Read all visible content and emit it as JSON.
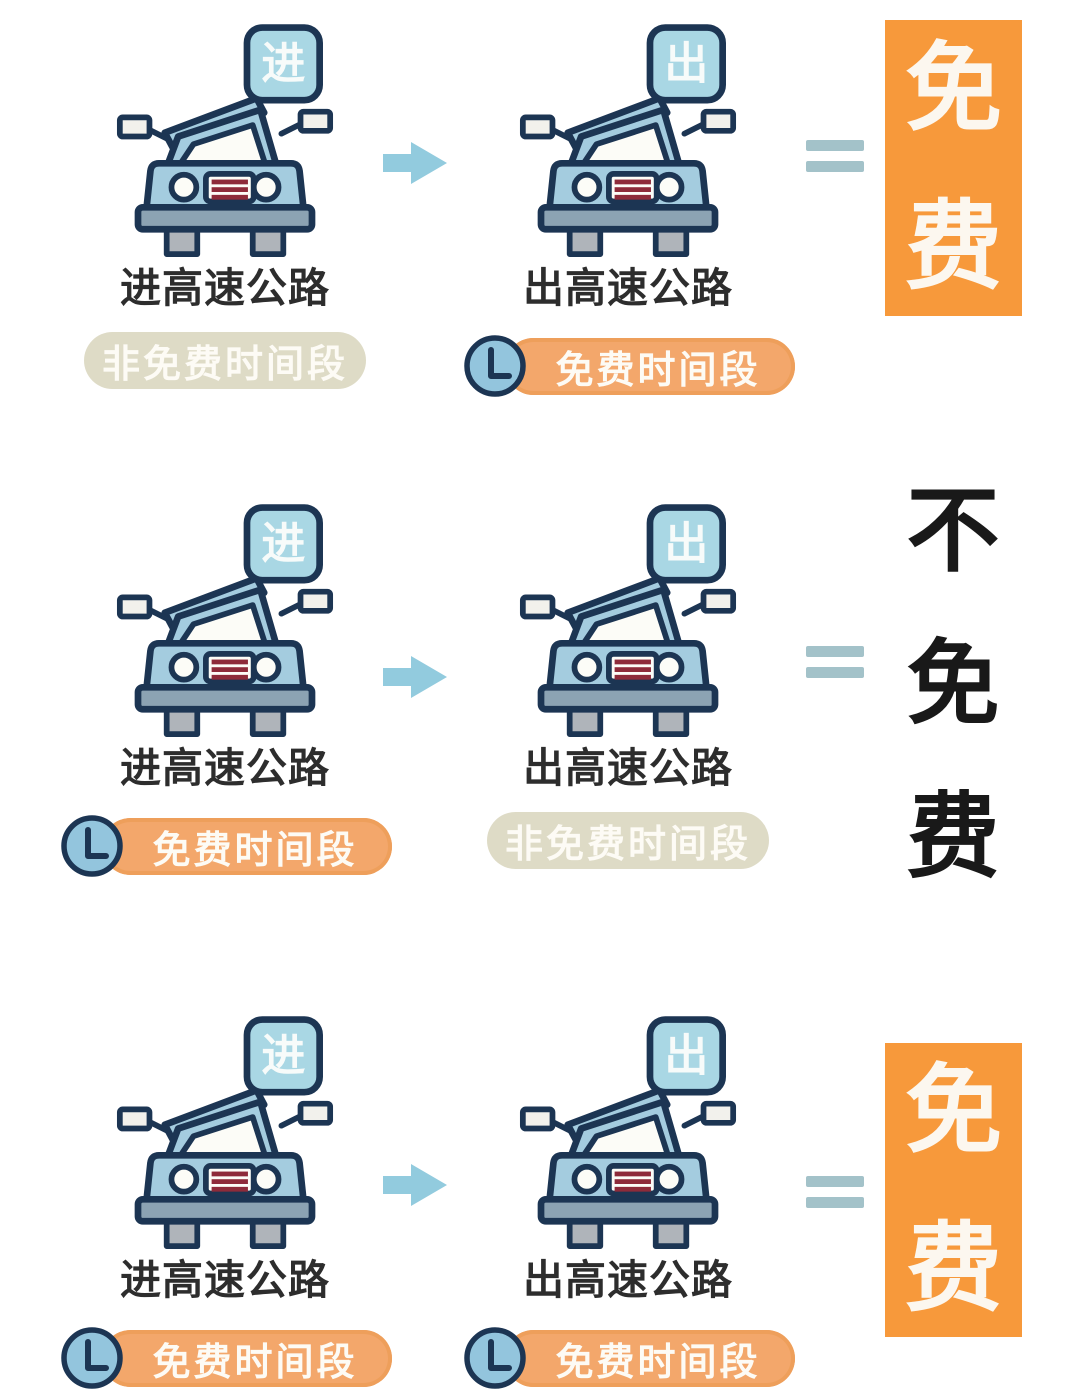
{
  "title": "highway-toll-free-rules-infographic",
  "colors": {
    "background": "#ffffff",
    "car_body_blue": "#a4ccdf",
    "car_outline_navy": "#1c3553",
    "sign_plate_blue": "#a9d7e4",
    "grille_red": "#8e2b3a",
    "bumper_gray_blue": "#8ca3b3",
    "wheel_gray": "#afb4ba",
    "arrow_blue": "#92cbde",
    "equals_gray_teal": "#a3c2c9",
    "clock_face_blue": "#93c5dd",
    "badge_free_orange": "#f3a76b",
    "badge_nonfree_beige": "#dedbc6",
    "badge_text_white": "#fdfbf5",
    "result_block_orange": "#f7993b",
    "result_text_white": "#fcf7ef",
    "result_text_dark": "#191919",
    "caption_dark": "#2d2d2d"
  },
  "rows": [
    {
      "left": {
        "sign": "进",
        "label": "进高速公路",
        "badge": {
          "type": "non-free",
          "label": "非免费时间段"
        }
      },
      "right": {
        "sign": "出",
        "label": "出高速公路",
        "badge": {
          "type": "free",
          "label": "免费时间段"
        }
      },
      "result": {
        "style": "orange-block",
        "text": "免费"
      }
    },
    {
      "left": {
        "sign": "进",
        "label": "进高速公路",
        "badge": {
          "type": "free",
          "label": "免费时间段"
        }
      },
      "right": {
        "sign": "出",
        "label": "出高速公路",
        "badge": {
          "type": "non-free",
          "label": "非免费时间段"
        }
      },
      "result": {
        "style": "plain-dark",
        "text": "不免费"
      }
    },
    {
      "left": {
        "sign": "进",
        "label": "进高速公路",
        "badge": {
          "type": "free",
          "label": "免费时间段"
        }
      },
      "right": {
        "sign": "出",
        "label": "出高速公路",
        "badge": {
          "type": "free",
          "label": "免费时间段"
        }
      },
      "result": {
        "style": "orange-block",
        "text": "免费"
      }
    }
  ]
}
